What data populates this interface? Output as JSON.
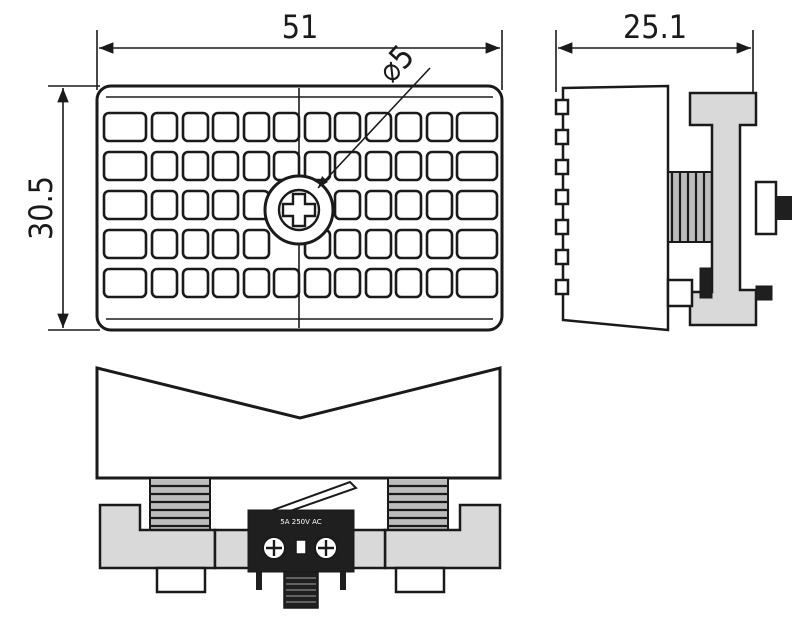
{
  "dimensions": {
    "width": "51",
    "height": "30.5",
    "depth": "25.1",
    "hole": "⌀5"
  },
  "switch_marking": "5A 250V AC"
}
